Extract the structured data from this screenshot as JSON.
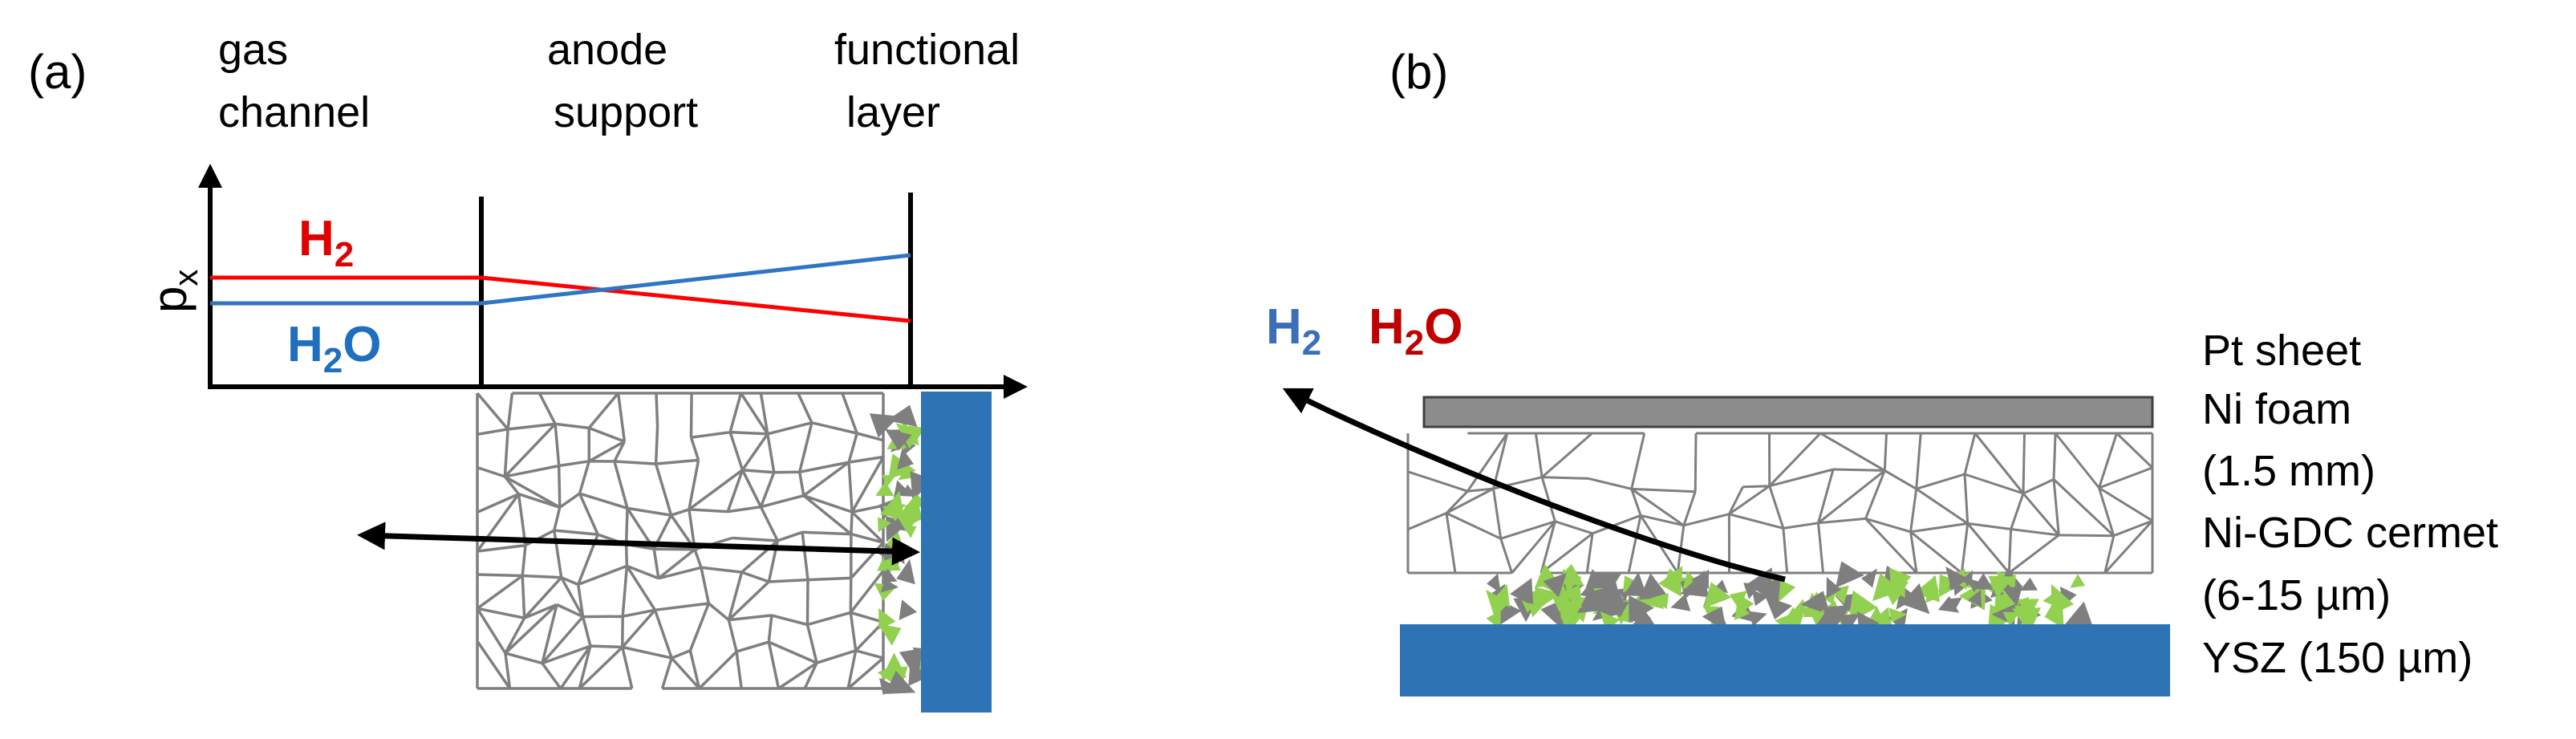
{
  "panel_a": {
    "tag": "(a)",
    "regions": [
      {
        "line1": "gas",
        "line2": "channel"
      },
      {
        "line1": "anode",
        "line2": "support"
      },
      {
        "line1": "functional",
        "line2": "layer"
      }
    ],
    "axis_label": "p",
    "axis_sub": "x",
    "species": [
      {
        "base": "H",
        "sub": "2",
        "color": "#e00000"
      },
      {
        "base": "H",
        "sub": "2",
        "tail": "O",
        "color": "#1f6fbf"
      }
    ]
  },
  "panel_b": {
    "tag": "(b)",
    "species": [
      {
        "base": "H",
        "sub": "2",
        "color": "#3a6fb8"
      },
      {
        "base": "H",
        "sub": "2",
        "tail": "O",
        "color": "#c00000"
      }
    ],
    "layers": [
      "Pt sheet",
      "Ni foam",
      "(1.5 mm)",
      "Ni-GDC cermet",
      "(6-15 µm)",
      "YSZ  (150 µm)"
    ]
  },
  "colors": {
    "electrolyte": "#2e74b5",
    "pt_sheet": "#8c8c8c",
    "foam_line": "#7f7f7f",
    "ni_particle": "#7f7f7f",
    "gdc_particle": "#92d050"
  }
}
